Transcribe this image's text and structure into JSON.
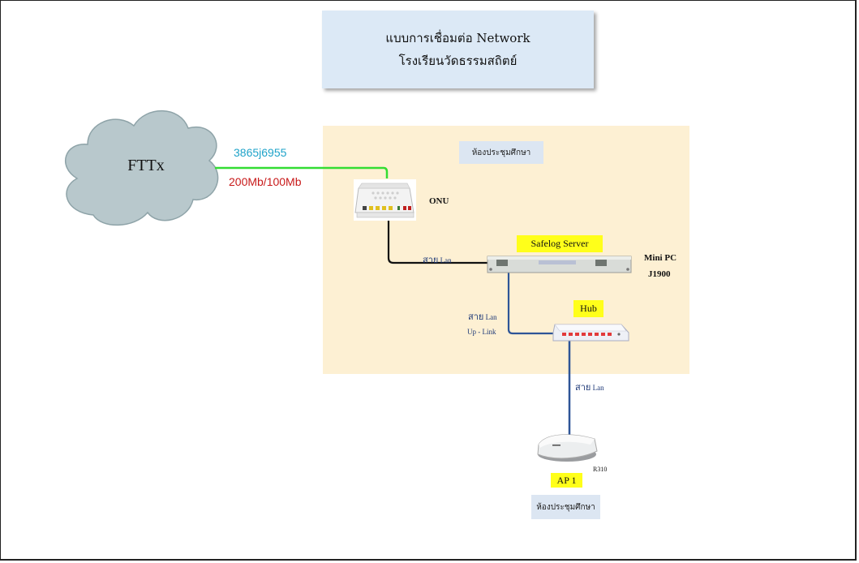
{
  "title": {
    "line1": "แบบการเชื่อมต่อ Network",
    "line2": "โรงเรียนวัดธรรมสถิตย์"
  },
  "internet": {
    "cloud_label": "FTTx",
    "circuit_id": "3865j6955",
    "bandwidth": "200Mb/100Mb"
  },
  "room": {
    "label": "ห้องประชุมศึกษา"
  },
  "devices": {
    "onu": "ONU",
    "server_tag": "Safelog Server",
    "minipc_line1": "Mini PC",
    "minipc_line2": "J1900",
    "hub_tag": "Hub",
    "ap_tag": "AP 1",
    "ap_model": "R310",
    "ap_room": "ห้องประชุมศึกษา"
  },
  "links": {
    "lan_th": "สาย",
    "lan_en": "Lan",
    "uplink": "Up - Link"
  },
  "colors": {
    "fiber": "#33dd33",
    "lan_black": "#111111",
    "lan_blue": "#2e5597",
    "cloud_fill": "#b8c8cc",
    "room_fill": "#fdf0d3",
    "tag_yellow": "#ffff1a"
  }
}
